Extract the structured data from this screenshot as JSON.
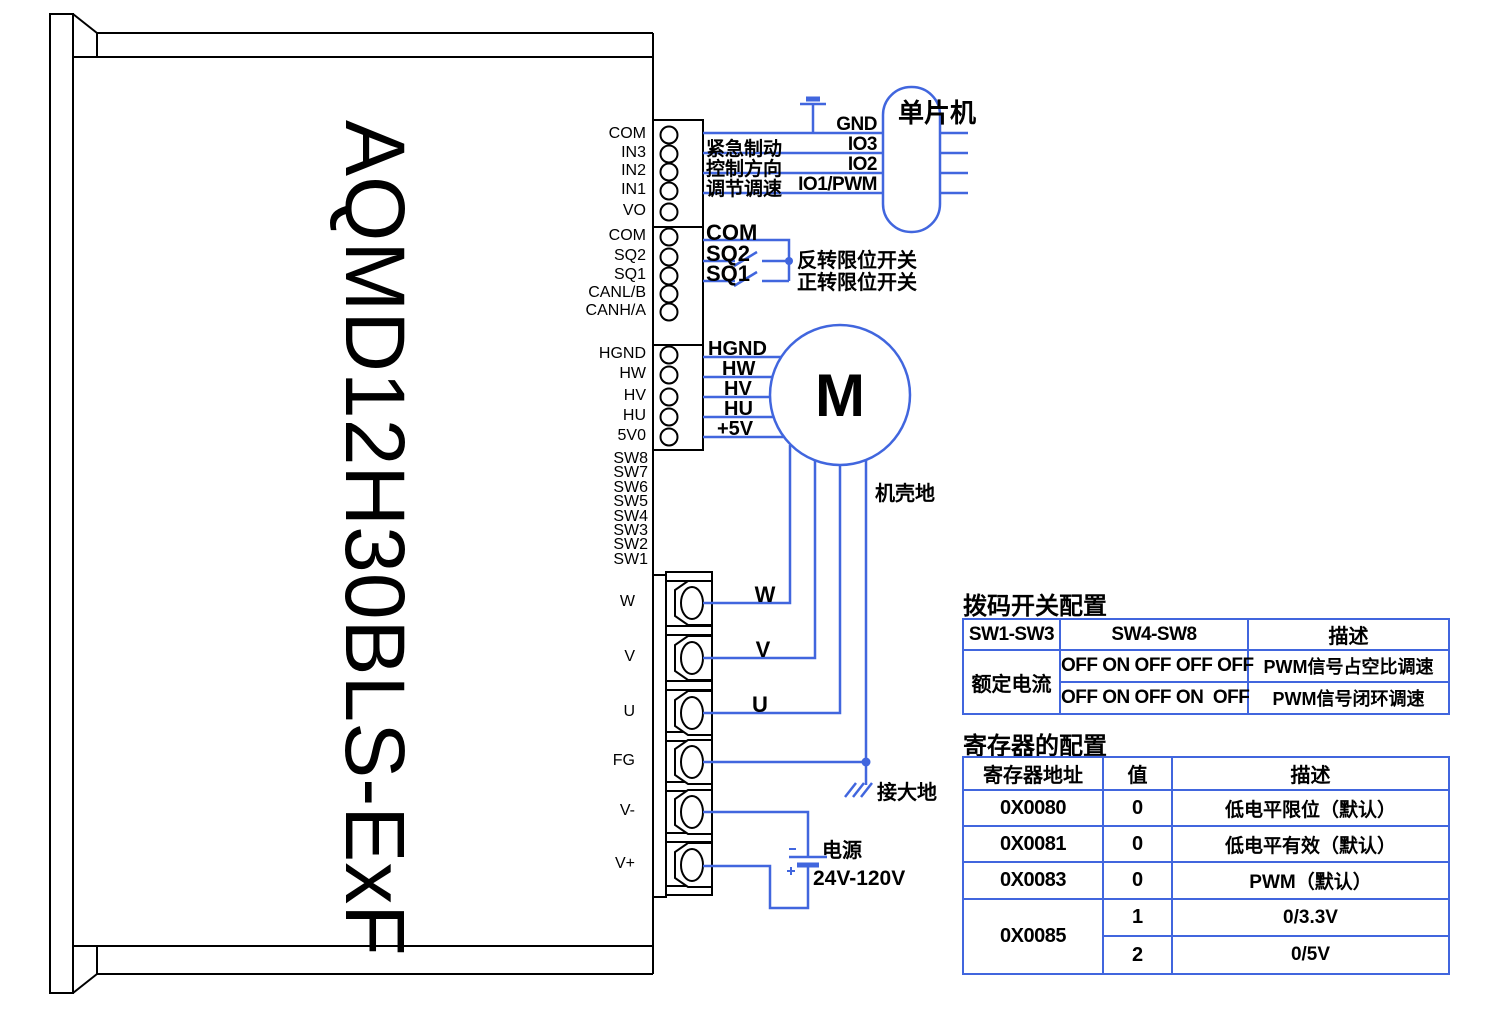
{
  "device": {
    "model": "AQMD12H30BLS-ExF"
  },
  "pins": {
    "block1": [
      "COM",
      "IN3",
      "IN2",
      "IN1",
      "VO"
    ],
    "block2": [
      "COM",
      "SQ2",
      "SQ1",
      "CANL/B",
      "CANH/A"
    ],
    "block3": [
      "HGND",
      "HW",
      "HV",
      "HU",
      "5V0"
    ],
    "dip": [
      "SW8",
      "SW7",
      "SW6",
      "SW5",
      "SW4",
      "SW3",
      "SW2",
      "SW1"
    ],
    "terminals": [
      "W",
      "V",
      "U",
      "FG",
      "V-",
      "V+"
    ]
  },
  "mcu": {
    "label": "单片机",
    "signals": {
      "gnd": "GND",
      "io3": "IO3",
      "io2": "IO2",
      "io1": "IO1/PWM"
    },
    "functions": {
      "brake": "紧急制动",
      "dir": "控制方向",
      "speed": "调节调速"
    }
  },
  "limit": {
    "com": "COM",
    "sq2": "SQ2",
    "sq1": "SQ1",
    "rev": "反转限位开关",
    "fwd": "正转限位开关"
  },
  "motor": {
    "symbol": "M",
    "hall": [
      "HGND",
      "HW",
      "HV",
      "HU",
      "+5V"
    ],
    "phases": [
      "W",
      "V",
      "U"
    ],
    "chassis": "机壳地",
    "earth": "接大地"
  },
  "power": {
    "label": "电源",
    "range": "24V-120V"
  },
  "dip_table": {
    "title": "拨码开关配置",
    "col1": "SW1-SW3",
    "col2": "SW4-SW8",
    "col3": "描述",
    "row_label": "额定电流",
    "r1_sw": "OFF ON OFF OFF OFF",
    "r1_desc": "PWM信号占空比调速",
    "r2_sw": "OFF ON OFF ON  OFF",
    "r2_desc": "PWM信号闭环调速"
  },
  "reg_table": {
    "title": "寄存器的配置",
    "col1": "寄存器地址",
    "col2": "值",
    "col3": "描述",
    "r1": {
      "addr": "0X0080",
      "val": "0",
      "desc": "低电平限位（默认）"
    },
    "r2": {
      "addr": "0X0081",
      "val": "0",
      "desc": "低电平有效（默认）"
    },
    "r3": {
      "addr": "0X0083",
      "val": "0",
      "desc": "PWM（默认）"
    },
    "r4": {
      "addr": "0X0085",
      "val1": "1",
      "desc1": "0/3.3V",
      "val2": "2",
      "desc2": "0/5V"
    }
  }
}
